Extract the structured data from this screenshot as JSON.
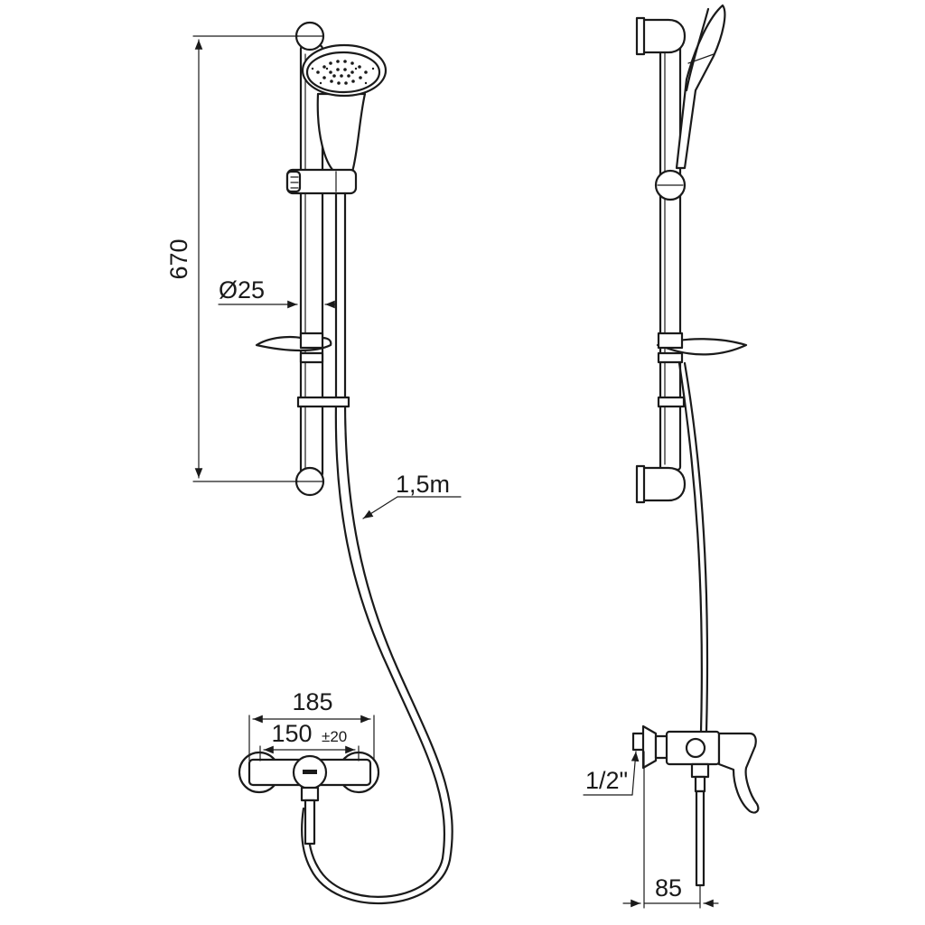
{
  "dimensions": {
    "rail_length": "670",
    "rail_diameter": "Ø25",
    "hose_length": "1,5m",
    "mixer_width": "185",
    "centers": "150",
    "centers_tolerance": "±20",
    "thread": "1/2\"",
    "projection": "85"
  }
}
